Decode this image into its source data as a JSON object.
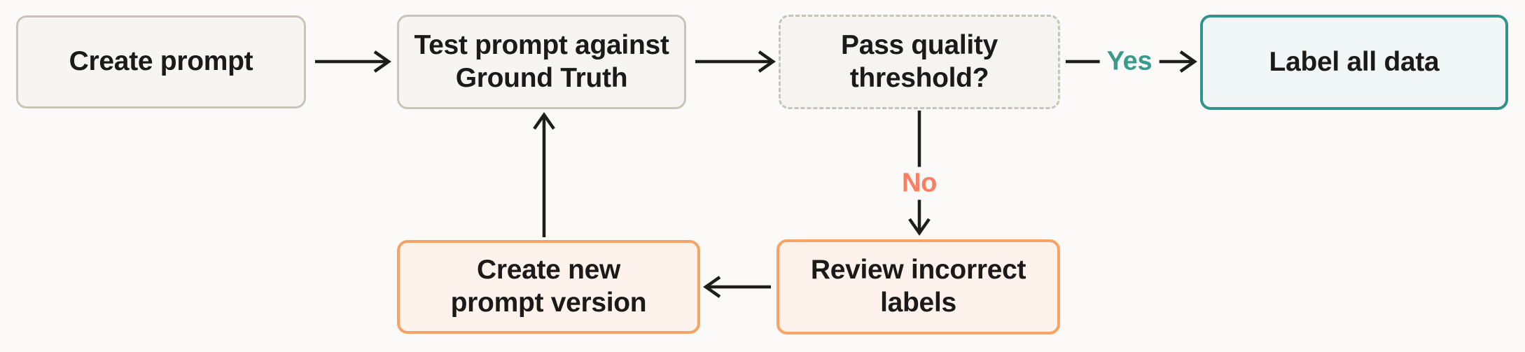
{
  "page": {
    "background": "#fbfaf8"
  },
  "diagram": {
    "type": "flowchart",
    "nodes": [
      {
        "id": "create-prompt",
        "label": "Create prompt",
        "style": "neutral"
      },
      {
        "id": "test-prompt",
        "label": "Test prompt against\nGround Truth",
        "style": "neutral"
      },
      {
        "id": "pass-quality-threshold",
        "label": "Pass quality\nthreshold?",
        "style": "decision"
      },
      {
        "id": "label-all-data",
        "label": "Label all data",
        "style": "success"
      },
      {
        "id": "review-incorrect-labels",
        "label": "Review incorrect\nlabels",
        "style": "warning"
      },
      {
        "id": "create-new-prompt-version",
        "label": "Create new\nprompt version",
        "style": "warning"
      }
    ],
    "edges": [
      {
        "from": "create-prompt",
        "to": "test-prompt",
        "label": ""
      },
      {
        "from": "test-prompt",
        "to": "pass-quality-threshold",
        "label": ""
      },
      {
        "from": "pass-quality-threshold",
        "to": "label-all-data",
        "label": "Yes"
      },
      {
        "from": "pass-quality-threshold",
        "to": "review-incorrect-labels",
        "label": "No"
      },
      {
        "from": "review-incorrect-labels",
        "to": "create-new-prompt-version",
        "label": ""
      },
      {
        "from": "create-new-prompt-version",
        "to": "test-prompt",
        "label": ""
      }
    ],
    "colors": {
      "neutral_border": "#c9c4b6",
      "neutral_fill": "#f6f5f2",
      "decision_border": "#c8c3b7",
      "decision_fill": "#f5f4f1",
      "success_border": "#2f9489",
      "success_fill": "#f1f7f6",
      "warning_border": "#f8a264",
      "warning_fill": "#fdf2ec",
      "yes_label": "#3a9a8c",
      "no_label": "#f97e62",
      "arrow": "#1d1d1b",
      "text": "#1b1a18",
      "background": "#fbfaf8"
    }
  }
}
